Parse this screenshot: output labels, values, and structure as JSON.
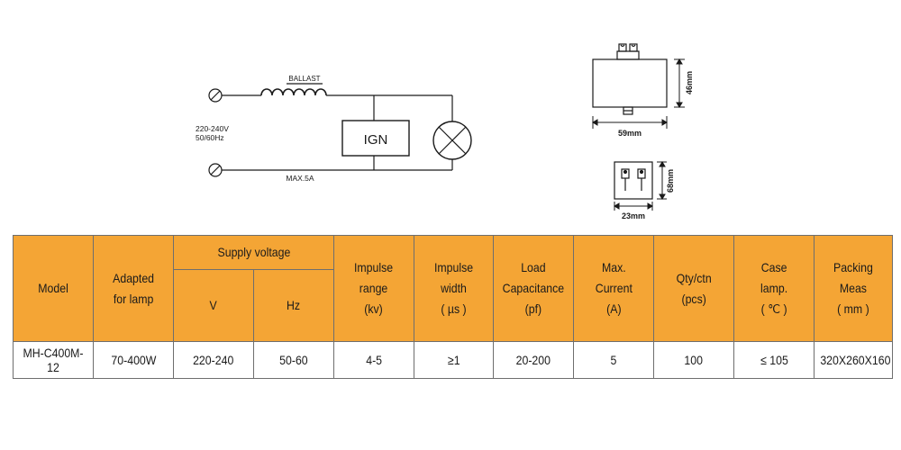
{
  "circuit": {
    "ballast_label": "BALLAST",
    "ign_label": "IGN",
    "voltage_label": "220-240V",
    "frequency_label": "50/60Hz",
    "current_label": "MAX.5A"
  },
  "dimensions": {
    "front_height": "46mm",
    "front_width": "59mm",
    "top_height": "68mm",
    "top_width": "23mm"
  },
  "table": {
    "header": {
      "model": "Model",
      "adapted": "Adapted\nfor lamp",
      "supply": "Supply voltage",
      "v": "V",
      "hz": "Hz",
      "impulse_range": "Impulse\nrange\n(kv)",
      "impulse_width": "Impulse\nwidth\n( µs )",
      "load": "Load\nCapacitance\n(pf)",
      "current": "Max.\nCurrent\n(A)",
      "qty": "Qty/ctn\n(pcs)",
      "case": "Case\nlamp.\n( ℃ )",
      "packing": "Packing\nMeas\n( mm )"
    },
    "rows": [
      {
        "model": "MH-C400M-12",
        "adapted": "70-400W",
        "v": "220-240",
        "hz": "50-60",
        "impulse_range": "4-5",
        "impulse_width": "≥1",
        "load": "20-200",
        "current": "5",
        "qty": "100",
        "case": "≤ 105",
        "packing": "320X260X160"
      }
    ]
  }
}
